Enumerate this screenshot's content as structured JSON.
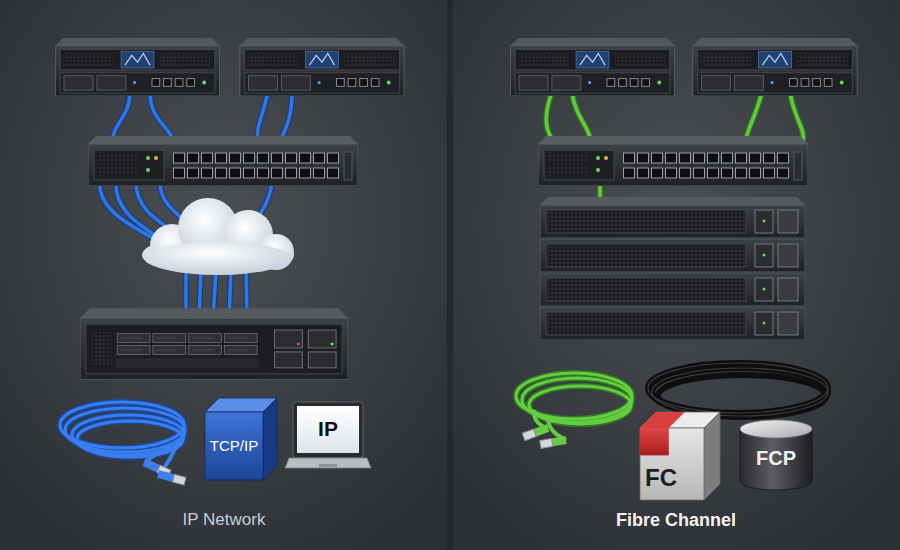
{
  "diagram": {
    "nodes": [
      {
        "text": [
          "IP Network"
        ]
      },
      {
        "text": [
          "TCP/IP"
        ],
        "in": 0
      },
      {
        "text": [
          "IP"
        ],
        "in": 0
      },
      {
        "text": [
          "Fibre Channel"
        ]
      },
      {
        "text": [
          "FC"
        ],
        "in": 3
      },
      {
        "text": [
          "FCP"
        ],
        "in": 3
      }
    ]
  }
}
